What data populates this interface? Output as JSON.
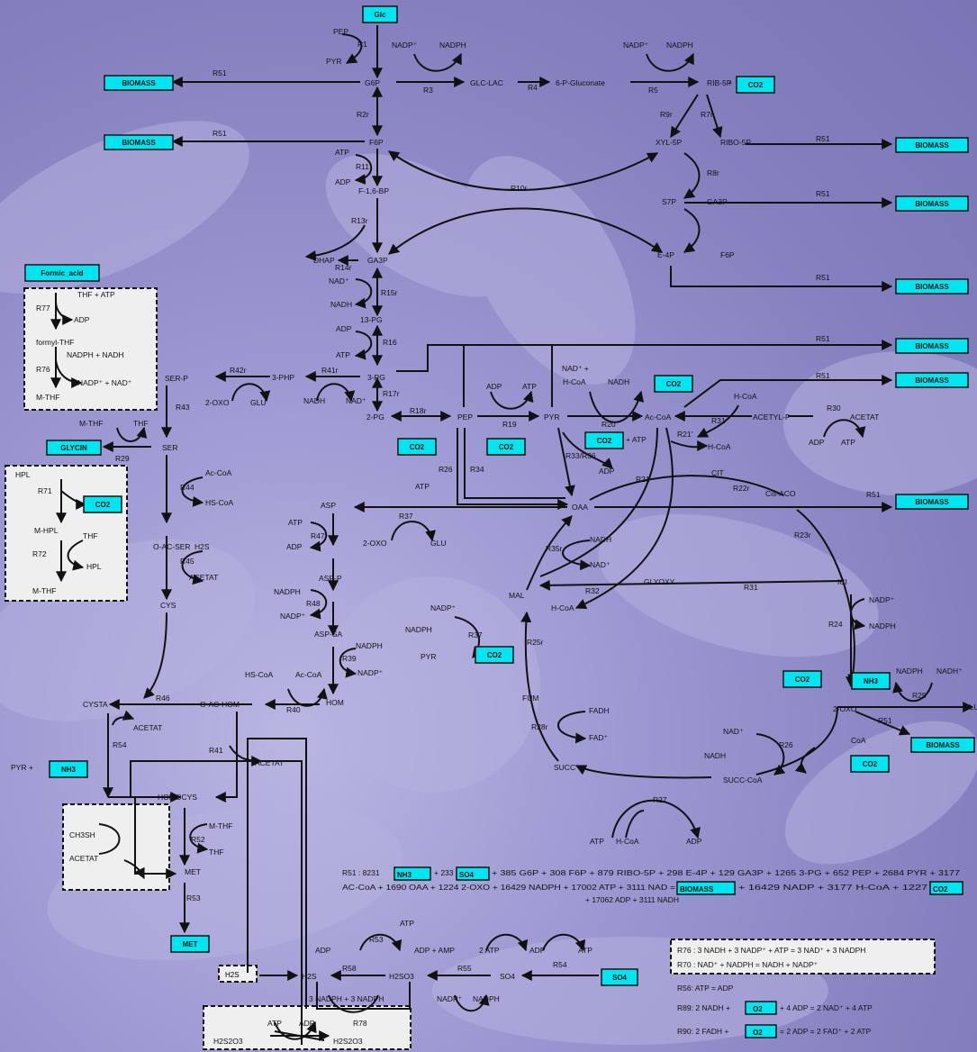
{
  "boxes": {
    "glc": "Glc",
    "biomass_g6p": "BIOMASS",
    "co2_top": "CO2",
    "biomass_f6p": "BIOMASS",
    "biomass_rib": "BIOMASS",
    "biomass_ga3p": "BIOMASS",
    "biomass_e4p": "BIOMASS",
    "formic": "Formic_acid",
    "biomass_3pg": "BIOMASS",
    "biomass_pyr": "BIOMASS",
    "co2_pdh": "CO2",
    "glycin": "GLYCIN",
    "co2_pep1": "CO2",
    "co2_pep2": "CO2",
    "co2_pyr": "CO2",
    "co2_gly": "CO2",
    "biomass_cis": "BIOMASS",
    "co2_mal": "CO2",
    "co2_icd": "CO2",
    "nh3_akg": "NH3",
    "biomass_akg": "BIOMASS",
    "nh3_cysta": "NH3",
    "co2_succ": "CO2",
    "met": "MET",
    "h2s": "H2S",
    "so4": "SO4",
    "eq_nh3": "NH3",
    "eq_so4": "SO4",
    "eq_biomass": "BIOMASS",
    "eq_co2": "CO2",
    "o2_a": "O2",
    "o2_b": "O2"
  },
  "labels": {
    "pep_t": "PEP",
    "pyr_t": "PYR",
    "r1": "R1",
    "nadp_a": "NADP⁺",
    "nadph_a": "NADPH",
    "nadp_b": "NADP⁺",
    "nadph_b": "NADPH",
    "g6p": "G6P",
    "glclac": "GLC-LAC",
    "pgluc": "6-P-Gluconate",
    "rib5p": "RIB-5P",
    "plus": "+",
    "r3": "R3",
    "r4": "R4",
    "r5": "R5",
    "r2r": "R2r",
    "r9r": "R9r",
    "r7r": "R7r",
    "f6p": "F6P",
    "xyl5p": "XYL-5P",
    "ribo5p": "RIBO-5P",
    "atp_r11": "ATP",
    "r11": "R11",
    "adp_r11": "ADP",
    "f16bp": "F-1,6-BP",
    "r10r": "R10r",
    "s7p": "S7P",
    "ga3p_r": "GA3P",
    "r8r": "R8r",
    "r13r": "R13r",
    "dhap": "DHAP",
    "ga3p": "GA3P",
    "r14r": "R14r",
    "e4p": "E-4P",
    "f6p_r": "F6P",
    "nad_a": "NAD⁺",
    "r15r": "R15r",
    "nadh_a": "NADH",
    "bpg": "13-PG",
    "adp_a": "ADP",
    "r16": "R16",
    "atp_a": "ATP",
    "r77": "R77",
    "thf_atp": "THF + ATP",
    "adp_f": "ADP",
    "formyl": "formyl-THF",
    "r76": "R76",
    "nadph_nadh": "NADPH + NADH",
    "nadp_nad": "NADP⁺ + NAD⁺",
    "mthf": "M-THF",
    "serp": "SER-P",
    "r42r": "R42r",
    "php": "3-PHP",
    "r41r": "R41r",
    "pg3": "3-PG",
    "oxo_a": "2-OXO",
    "glu_a": "GLU",
    "nadh_b": "NADH",
    "nad_b": "NAD⁺",
    "r17r": "R17r",
    "r43": "R43",
    "pg2": "2-PG",
    "r18r": "R18r",
    "pep": "PEP",
    "adp_b": "ADP",
    "atp_b": "ATP",
    "r19": "R19",
    "pyr": "PYR",
    "nad_coa": "NAD⁺ +",
    "hcoa_a": "H-CoA",
    "nadh2": "NADH",
    "r20": "R20",
    "accoa": "Ac-CoA",
    "hcoa_b": "H-CoA",
    "r31": "R31",
    "acetylp": "ACETYL-P",
    "r30": "R30",
    "acetat_a": "ACETAT",
    "adp_c": "ADP",
    "atp_c": "ATP",
    "mthf_b": "M-THF",
    "thf_b": "THF",
    "ser": "SER",
    "r29": "R29",
    "atp_pyr": "+ ATP",
    "r33": "R33/R36",
    "adp_pyr": "ADP",
    "r21p": "R21'",
    "hcoa_c": "H-CoA",
    "r26": "R26",
    "r34": "R34",
    "atp_d": "ATP",
    "r21": "R21",
    "cit": "CIT",
    "r22r": "R22r",
    "cisaco": "Cis-ACO",
    "hpl": "HPL",
    "r71": "R71",
    "mhpl": "M-HPL",
    "r72": "R72",
    "thf_c": "THF",
    "hpl_b": "HPL",
    "mthf_c": "M-THF",
    "accoa_b": "Ac-CoA",
    "r44": "R44",
    "hscoa": "HS-CoA",
    "oacser": "O-AC-SER",
    "h2s_a": "H2S",
    "r45": "R45",
    "acetat_b": "ACETAT",
    "cys": "CYS",
    "asp": "ASP",
    "r37": "R37",
    "oxo_b": "2-OXO",
    "glu_b": "GLU",
    "oaa": "OAA",
    "atp_e": "ATP",
    "r47": "R47",
    "adp_e": "ADP",
    "aspp": "ASP-P",
    "nadph_c": "NADPH",
    "r48": "R48",
    "nadp_c": "NADP⁺",
    "aspsa": "ASP-SA",
    "nadph_d": "NADPH",
    "r39": "R39",
    "nadp_d": "NADP⁺",
    "hscoa_b": "HS-CoA",
    "accoa_c": "Ac-CoA",
    "hom": "HOM",
    "r40": "R40",
    "r23r": "R23r",
    "r35r": "R35r",
    "nadh_c": "NADH",
    "nad_c": "NAD⁺",
    "glyoxy": "GLYOXY",
    "r31b": "R31",
    "icit": "ICI",
    "nadp_e": "NADP⁺",
    "nadph_e": "NADPH",
    "r24": "R24",
    "mal": "MAL",
    "r32": "R32",
    "hcoa_d": "H-CoA",
    "nadp_f": "NADP⁺",
    "nadph_f": "NADPH",
    "r37b": "R37",
    "pyr_b": "PYR",
    "r25r": "R25r",
    "fum": "FUM",
    "fadh": "FADH",
    "r28r": "R28r",
    "fad": "FAD⁺",
    "succ": "SUCC",
    "cysta": "CYSTA",
    "r46": "R46",
    "oachom": "O-AC-HOM",
    "acetat_c": "ACETAT",
    "r54": "R54",
    "pyr_plus": "PYR +",
    "r41": "R41",
    "acetat_d": "ACETAT",
    "homocys": "HOMOCYS",
    "ch3sh": "CH3SH",
    "acetat_e": "ACETAT",
    "mthf_d": "M-THF",
    "r52": "R52",
    "thf_d": "THF",
    "met": "MET",
    "r53": "R53",
    "nadph_g": "NADPH",
    "nadh_g": "NADH⁺",
    "r25": "R25",
    "glu_c": "GLU",
    "akg": "2-OXO",
    "r51_akg": "R51",
    "nad_d": "NAD⁺",
    "nadh_d": "NADH",
    "r26b": "R26",
    "coa": "CoA",
    "succcoa": "SUCC-CoA",
    "r27": "R27",
    "atp_f": "ATP",
    "hcoa_e": "H-CoA",
    "adp_f2": "ADP",
    "adp_s": "ADP",
    "r53b": "R53",
    "atp_s": "ATP",
    "amp": "ADP + AMP",
    "atp2": "2 ATP",
    "adp_s2": "ADP",
    "atp_s2": "ATP",
    "h2s_b": "H2S",
    "r58": "R58",
    "h2so3": "H2SO3",
    "r55": "R55",
    "so4_b": "SO4",
    "r54b": "R54",
    "nadph_s": "3 NADPH + 3 NADPH",
    "nadp_s": "NADP⁺",
    "nadph_s2": "NADPH",
    "r51a": "R51",
    "r51b": "R51",
    "r51c": "R51",
    "r51d": "R51",
    "r51e": "R51",
    "r51f": "R51",
    "r51g": "R51",
    "r51h": "R51",
    "atp_sp": "ATP",
    "adp_sp": "ADP",
    "r78": "R78",
    "h2s2o3_a": "H2S2O3",
    "h2s2o3_b": "H2S2O3"
  },
  "equation": {
    "line1_a": "R51 : 8231",
    "line1_b": "+ 233",
    "line1_c": "+ 385 G6P + 308 F6P + 879 RIBO-5P + 298 E-4P + 129 GA3P + 1265 3-PG + 652 PEP + 2684 PYR + 3177",
    "line2_a": "AC-CoA + 1690 OAA + 1224 2-OXO + 16429 NADPH + 17002 ATP + 3111 NAD =",
    "line2_b": "+ 16429 NADP + 3177 H-CoA + 1227",
    "line3": "+ 17062 ADP + 3111 NADH"
  },
  "legend": {
    "r76": "R76 : 3 NADH + 3 NADP⁺ + ATP = 3 NAD⁺ + 3 NADPH",
    "r70": "R70 : NAD⁺ + NADPH = NADH + NADP⁺",
    "r56": "R56: ATP = ADP",
    "r89_a": "R89: 2 NADH +",
    "r89_b": "+ 4 ADP = 2 NAD⁺ + 4 ATP",
    "r90_a": "R90: 2 FADH +",
    "r90_b": "= 2 ADP = 2 FAD⁺ + 2 ATP"
  }
}
